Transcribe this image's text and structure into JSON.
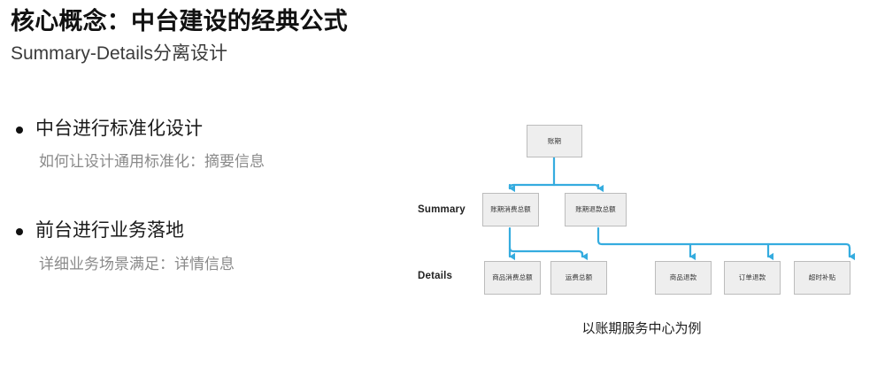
{
  "slide": {
    "title": "核心概念：中台建设的经典公式",
    "subtitle": "Summary-Details分离设计"
  },
  "bullets": [
    {
      "title": "中台进行标准化设计",
      "sub": "如何让设计通用标准化：摘要信息"
    },
    {
      "title": "前台进行业务落地",
      "sub": "详细业务场景满足：详情信息"
    }
  ],
  "diagram": {
    "caption": "以账期服务中心为例",
    "row_labels": {
      "summary": "Summary",
      "details": "Details"
    },
    "colors": {
      "connector": "#35ACDF",
      "node_fill": "#eeeeee",
      "node_border": "#bcbcbc"
    },
    "root": {
      "label": "账期"
    },
    "summary_nodes": [
      {
        "label": "账期消费总额"
      },
      {
        "label": "账期退款总额"
      }
    ],
    "details_nodes": [
      {
        "label": "商品消费总额"
      },
      {
        "label": "运费总额"
      },
      {
        "label": "商品退款"
      },
      {
        "label": "订单退款"
      },
      {
        "label": "超时补贴"
      }
    ]
  }
}
